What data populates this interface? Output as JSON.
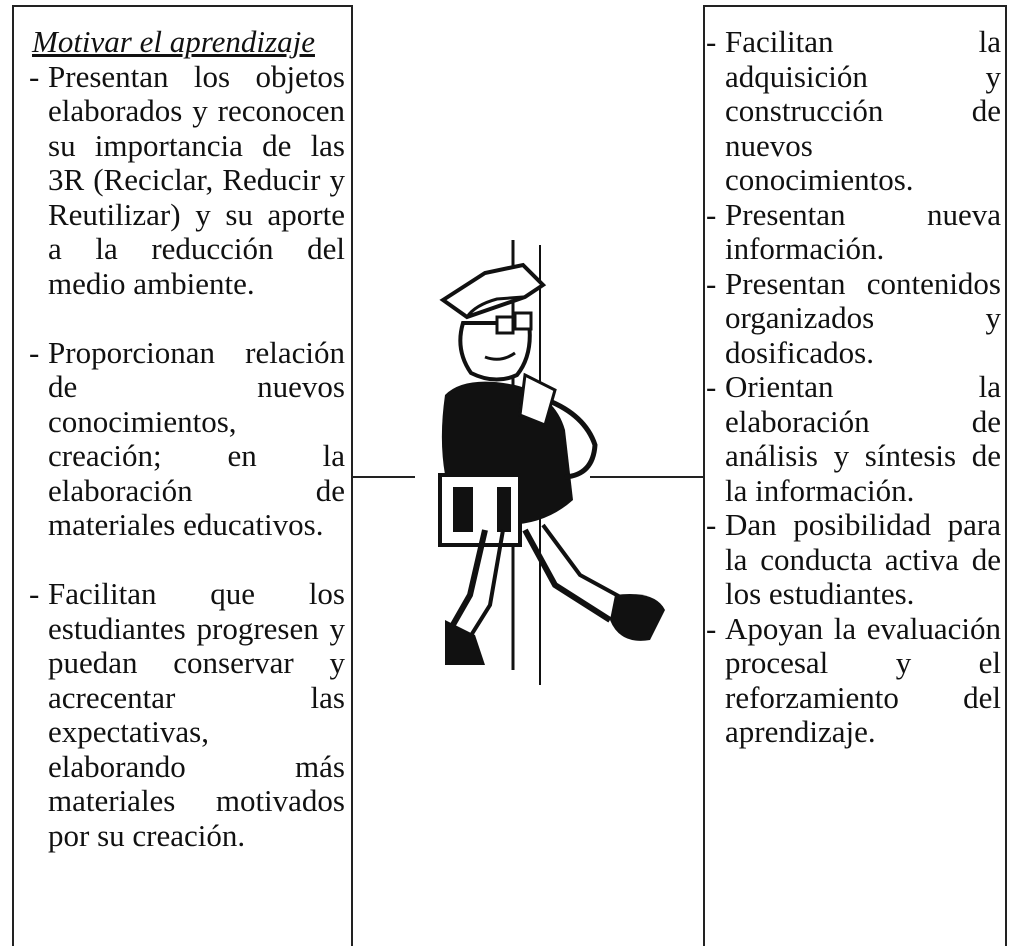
{
  "left_panel": {
    "title": "Motivar el aprendizaje",
    "items": [
      "Presentan los objetos elaborados y reconocen su importancia de las 3R (Reciclar, Reducir y Reutilizar) y su aporte a la reducción del medio ambiente.",
      "Proporcionan relación de nuevos conocimientos, creación; en la elaboración de materiales educativos.",
      "Facilitan que los estudiantes progresen y puedan conservar y acrecentar las expectativas, elaborando más materiales motivados por su creación."
    ]
  },
  "right_panel": {
    "items": [
      "Facilitan la adquisición y construcción de nuevos conocimientos.",
      "Presentan nueva información.",
      "Presentan contenidos organizados y dosificados.",
      "Orientan la elaboración de análisis y síntesis de la información.",
      "Dan posibilidad para la conducta activa de los estudiantes.",
      "Apoyan la evaluación procesal y el reforzamiento del aprendizaje."
    ]
  },
  "figure": {
    "icon": "walking-student-clipart"
  },
  "bullet": "-"
}
